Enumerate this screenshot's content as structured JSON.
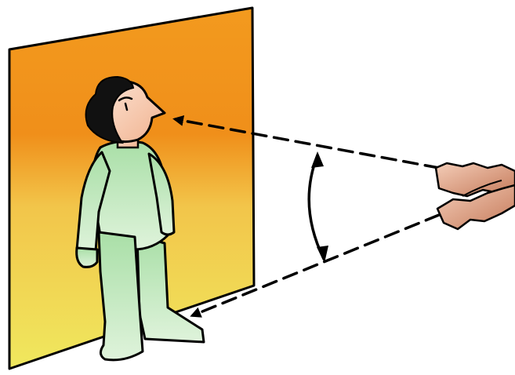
{
  "colors": {
    "wall_top": "#f39a1e",
    "wall_bottom": "#f1e35a",
    "outline": "#000000",
    "suit": "#c8eac2",
    "skin": "#f7c5a6",
    "hair": "#111111",
    "object_skin": "#d89478",
    "line": "#000000"
  },
  "icons": {
    "person": "standing-person",
    "object": "torn-paper-object",
    "angle": "double-headed-arc-arrow",
    "arrows": "dashed-arrow"
  }
}
